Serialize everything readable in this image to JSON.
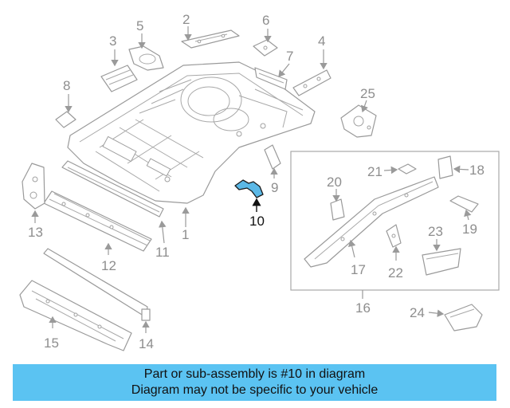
{
  "banner": {
    "line1": "Part or sub-assembly is #10 in diagram",
    "line2": "Diagram may not be specific to your vehicle",
    "color": "#5bc3f2"
  },
  "highlight_color": "#5bb8e6",
  "callouts": {
    "c1": "1",
    "c2": "2",
    "c3": "3",
    "c4": "4",
    "c5": "5",
    "c6": "6",
    "c7": "7",
    "c8": "8",
    "c9": "9",
    "c10": "10",
    "c11": "11",
    "c12": "12",
    "c13": "13",
    "c14": "14",
    "c15": "15",
    "c16": "16",
    "c17": "17",
    "c18": "18",
    "c19": "19",
    "c20": "20",
    "c21": "21",
    "c22": "22",
    "c23": "23",
    "c24": "24",
    "c25": "25"
  }
}
